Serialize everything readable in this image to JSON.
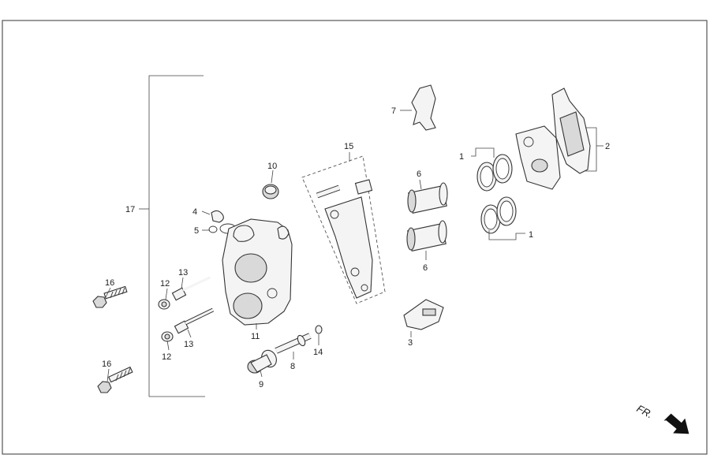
{
  "labels": {
    "p1a": "1",
    "p1b": "1",
    "p2": "2",
    "p3": "3",
    "p4": "4",
    "p5": "5",
    "p6a": "6",
    "p6b": "6",
    "p7": "7",
    "p8": "8",
    "p9": "9",
    "p10": "10",
    "p11": "11",
    "p12a": "12",
    "p12b": "12",
    "p13a": "13",
    "p13b": "13",
    "p14": "14",
    "p15": "15",
    "p16a": "16",
    "p16b": "16",
    "p17": "17"
  },
  "direction": "FR."
}
